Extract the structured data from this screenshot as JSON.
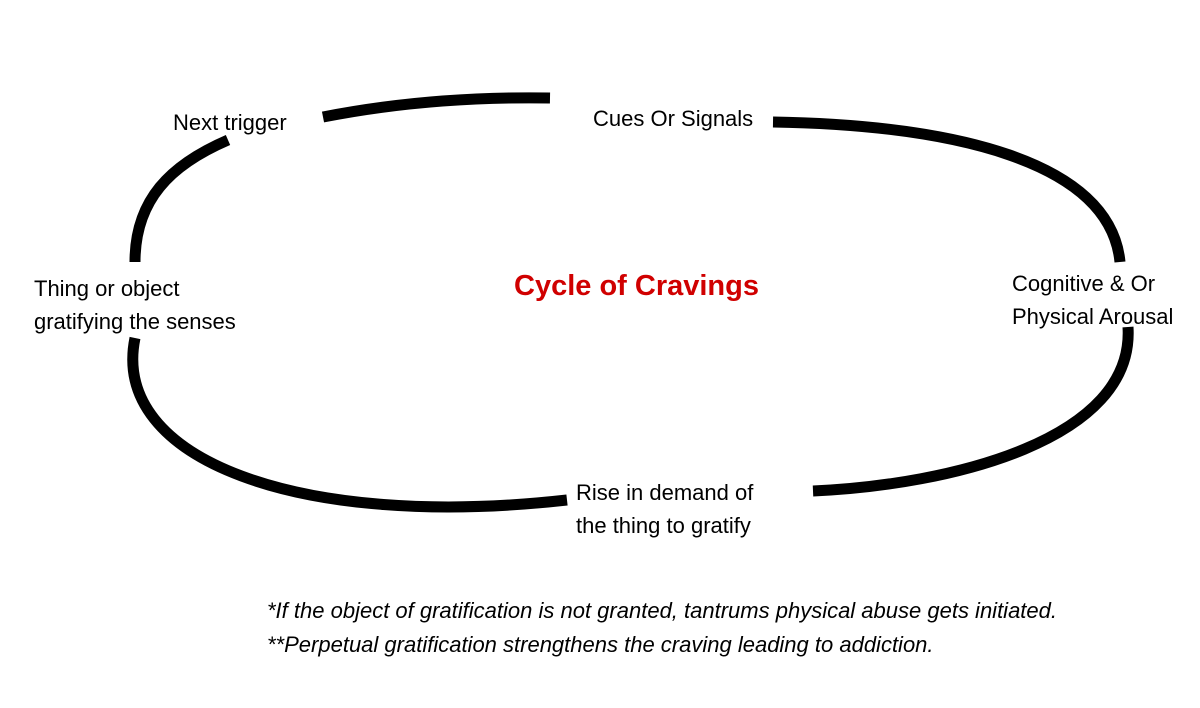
{
  "diagram": {
    "title": "Cycle of Cravings",
    "title_color": "#d00000",
    "stages": [
      {
        "lines": [
          "Cues Or Signals"
        ]
      },
      {
        "lines": [
          "Cognitive & Or",
          "Physical Arousal"
        ]
      },
      {
        "lines": [
          "Rise in demand of",
          "the thing to gratify"
        ]
      },
      {
        "lines": [
          "Thing or object",
          "gratifying the senses"
        ]
      },
      {
        "lines": [
          "Next trigger"
        ]
      }
    ],
    "footnotes": [
      "*If the object of gratification is not granted, tantrums physical abuse gets initiated.",
      "**Perpetual gratification strengthens the craving leading to addiction."
    ]
  }
}
